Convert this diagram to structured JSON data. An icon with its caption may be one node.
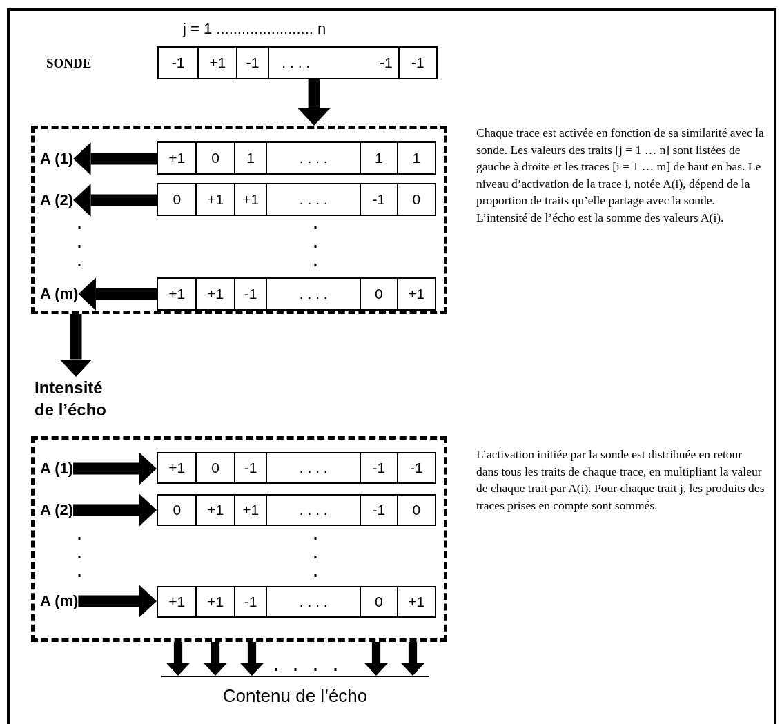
{
  "diagram": {
    "nodes": [
      {
        "text": [
          "-1",
          "+1",
          "-1",
          ". . . .",
          "-1",
          "-1"
        ],
        "beside": [
          "j = 1 ....................... n"
        ]
      },
      {
        "text": [],
        "shape": "box"
      },
      {
        "text": [
          "A (1)"
        ],
        "in": 1
      },
      {
        "text": [
          "+1",
          "0",
          "1",
          ". . . .",
          "1",
          "1"
        ],
        "in": 1
      },
      {
        "text": [
          "A (2)"
        ],
        "in": 1
      },
      {
        "text": [
          "0",
          "+1",
          "+1",
          ". . . .",
          "-1",
          "0"
        ],
        "in": 1
      },
      {
        "text": [
          "A (m)"
        ],
        "in": 1
      },
      {
        "text": [
          "+1",
          "+1",
          "-1",
          ". . . .",
          "0",
          "+1"
        ],
        "in": 1
      },
      {
        "text": [
          "Intensité de l’écho"
        ]
      },
      {
        "text": [],
        "shape": "box"
      },
      {
        "text": [
          "A (1)"
        ],
        "in": 9
      },
      {
        "text": [
          "+1",
          "0",
          "-1",
          ". . . .",
          "-1",
          "-1"
        ],
        "in": 9
      },
      {
        "text": [
          "A (2)"
        ],
        "in": 9
      },
      {
        "text": [
          "0",
          "+1",
          "+1",
          ". . . .",
          "-1",
          "0"
        ],
        "in": 9
      },
      {
        "text": [
          "A (m)"
        ],
        "in": 9
      },
      {
        "text": [
          "+1",
          "+1",
          "-1",
          ". . . .",
          "0",
          "+1"
        ],
        "in": 9
      },
      {
        "text": [
          "Contenu de l’écho"
        ]
      }
    ],
    "edges": [
      {
        "from": 0,
        "to": 1,
        "arrow": "to"
      },
      {
        "from": 3,
        "to": 2,
        "arrow": "to"
      },
      {
        "from": 5,
        "to": 4,
        "arrow": "to"
      },
      {
        "from": 7,
        "to": 6,
        "arrow": "to"
      },
      {
        "from": 1,
        "to": 8,
        "arrow": "to"
      },
      {
        "from": 10,
        "to": 11,
        "arrow": "to"
      },
      {
        "from": 12,
        "to": 13,
        "arrow": "to"
      },
      {
        "from": 14,
        "to": 15,
        "arrow": "to"
      },
      {
        "from": 9,
        "to": 16,
        "arrow": "to"
      },
      {
        "from": 9,
        "to": 16,
        "arrow": "to"
      },
      {
        "from": 9,
        "to": 16,
        "arrow": "to"
      },
      {
        "from": 9,
        "to": 16,
        "arrow": "to"
      },
      {
        "from": 9,
        "to": 16,
        "arrow": "to"
      }
    ],
    "labels": [
      "SONDE",
      "Chaque trace est activée en fonction de sa similarité avec la sonde. Les valeurs des traits [j = 1 … n] sont listées de gauche à droite et les traces [i = 1 … m] de haut en bas. Le niveau d’activation de la trace i, notée A(i), dépend de la proportion de traits qu’elle partage avec la sonde. L’intensité de l’écho est la somme des valeurs A(i).",
      "L’activation initiée par la sonde est distribuée en retour dans tous les traits de chaque trace, en multipliant la valeur de chaque trait par A(i). Pour chaque trait j, les produits des traces prises en compte sont sommés."
    ]
  }
}
